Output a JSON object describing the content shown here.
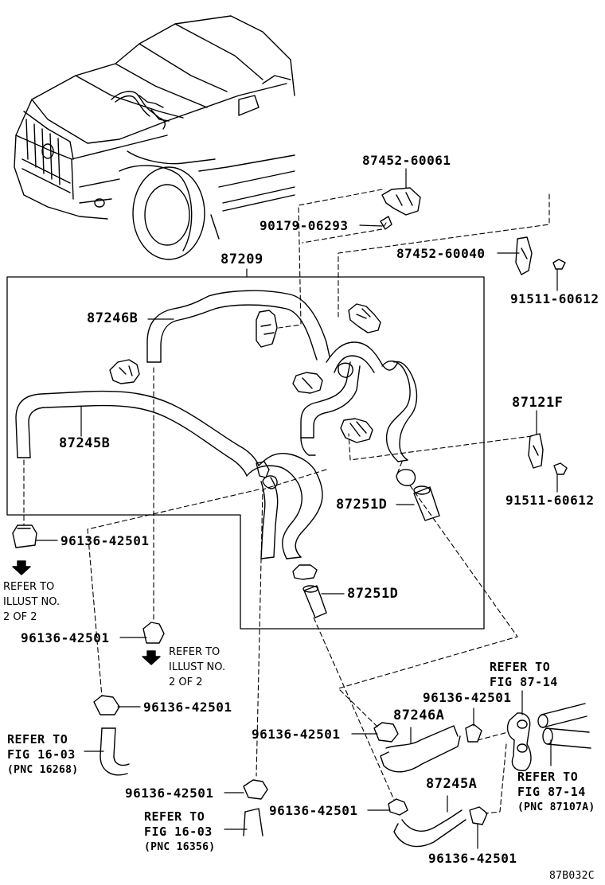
{
  "labels": {
    "p87209": "87209",
    "p87452_60061": "87452-60061",
    "p90179_06293": "90179-06293",
    "p87452_60040": "87452-60040",
    "p91511_60612_a": "91511-60612",
    "p87246B": "87246B",
    "p87245B": "87245B",
    "p87121F": "87121F",
    "p91511_60612_b": "91511-60612",
    "p87251D_a": "87251D",
    "p87251D_b": "87251D",
    "p96136_a": "96136-42501",
    "p96136_b": "96136-42501",
    "p96136_c": "96136-42501",
    "p96136_d": "96136-42501",
    "p96136_e": "96136-42501",
    "p96136_f": "96136-42501",
    "p96136_g": "96136-42501",
    "p96136_h": "96136-42501",
    "p87246A": "87246A",
    "p87245A": "87245A",
    "figcode": "87B032C"
  },
  "refs": {
    "illust_a": [
      "REFER TO",
      "ILLUST NO.",
      "2 OF 2"
    ],
    "illust_b": [
      "REFER TO",
      "ILLUST NO.",
      "2 OF 2"
    ],
    "fig8714_top": [
      "REFER TO",
      "FIG 87-14"
    ],
    "fig8714_pnc": [
      "REFER TO",
      "FIG 87-14",
      "(PNC 87107A)"
    ],
    "fig1603_a": [
      "REFER TO",
      "FIG 16-03",
      "(PNC 16268)"
    ],
    "fig1603_b": [
      "REFER TO",
      "FIG 16-03",
      "(PNC 16356)"
    ]
  },
  "colors": {
    "line": "#000000",
    "background": "#ffffff"
  }
}
